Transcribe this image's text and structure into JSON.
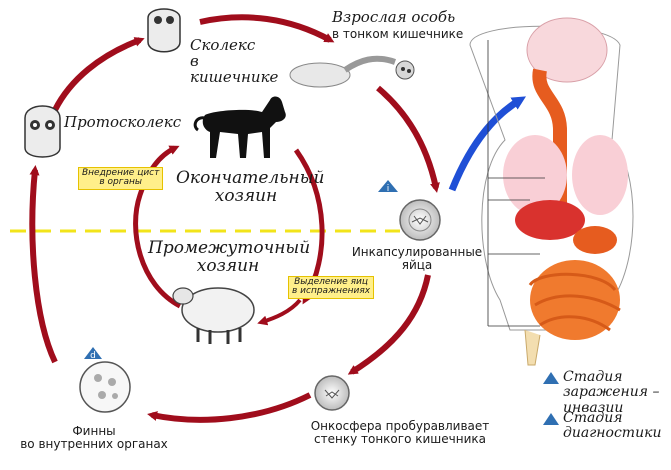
{
  "diagram": {
    "labels": {
      "scolex": "Сколекс\nв кишечнике",
      "adult": "Взрослая особь",
      "adult_sub": "в тонком кишечнике",
      "protoscolex": "Протосколекс",
      "definitive_host": "Окончательный\nхозяин",
      "intermediate_host": "Промежуточный\nхозяин",
      "encapsulated_eggs": "Инкапсулированные\nяйца",
      "oncosphere": "Онкосфера пробуравливает\nстенку тонкого кишечника",
      "cysts": "Финны\nво внутренних органах"
    },
    "notes": {
      "cyst_introduction": "Внедрение цист\nв органы",
      "egg_release": "Выделение яиц\nв испражнениях"
    },
    "badges": {
      "infective": "i",
      "diagnostic": "d"
    },
    "legend": {
      "infective_stage": "Стадия\nзаражения – инвазии",
      "diagnostic_stage": "Стадия\nдиагностики"
    },
    "colors": {
      "arrow": "#a00d1c",
      "blue_arrow": "#1f4fd6",
      "divider": "#f2e41a",
      "badge": "#2f6fb2",
      "note_bg": "#ffef8a"
    }
  }
}
